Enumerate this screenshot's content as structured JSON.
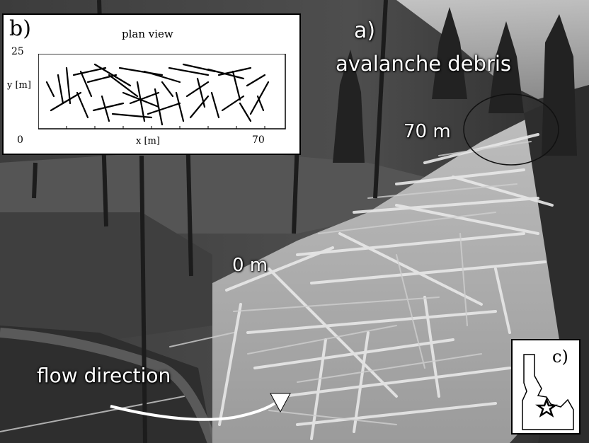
{
  "photo": {
    "panel_label": "a)",
    "avalanche_label": "avalanche debris",
    "distance_far": "70 m",
    "distance_near": "0 m",
    "flow_label": "flow direction"
  },
  "inset_b": {
    "panel_label": "b)",
    "title": "plan view",
    "ylabel": "y [m]",
    "xlabel": "x [m]",
    "y_tick_top": "25",
    "y_tick_bottom": "0",
    "x_tick_right": "70"
  },
  "inset_c": {
    "panel_label": "c)",
    "marker_icon": "star-icon"
  },
  "colors": {
    "panel_bg": "#ffffff",
    "ink": "#000000",
    "label_text": "#ffffff"
  }
}
